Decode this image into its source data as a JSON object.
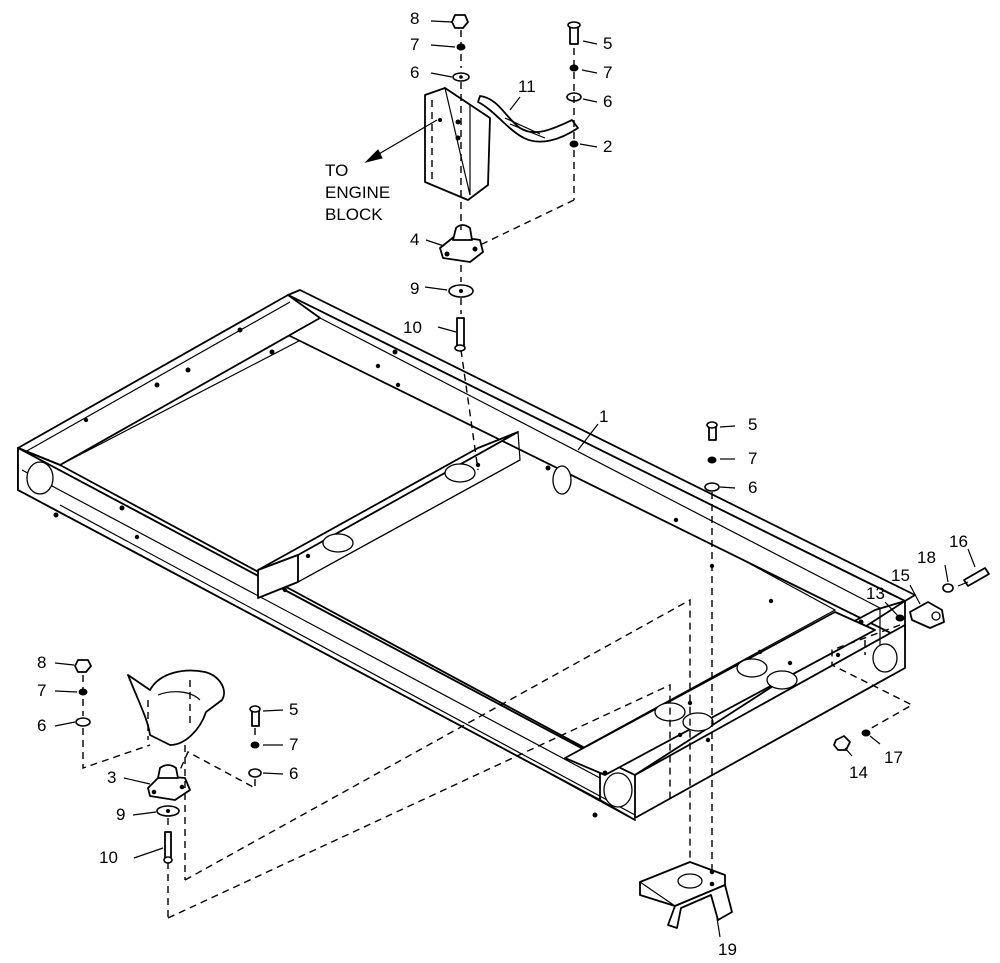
{
  "note": {
    "line1": "TO",
    "line2": "ENGINE",
    "line3": "BLOCK"
  },
  "callouts": {
    "c1": "1",
    "c2": "2",
    "c3": "3",
    "c4": "4",
    "c5a": "5",
    "c5b": "5",
    "c5c": "5",
    "c6a": "6",
    "c6b": "6",
    "c6c": "6",
    "c6d": "6",
    "c6e": "6",
    "c7a": "7",
    "c7b": "7",
    "c7c": "7",
    "c7d": "7",
    "c7e": "7",
    "c8a": "8",
    "c8b": "8",
    "c9a": "9",
    "c9b": "9",
    "c10a": "10",
    "c10b": "10",
    "c11": "11",
    "c13": "13",
    "c14": "14",
    "c15": "15",
    "c16": "16",
    "c17": "17",
    "c18": "18",
    "c19": "19"
  }
}
